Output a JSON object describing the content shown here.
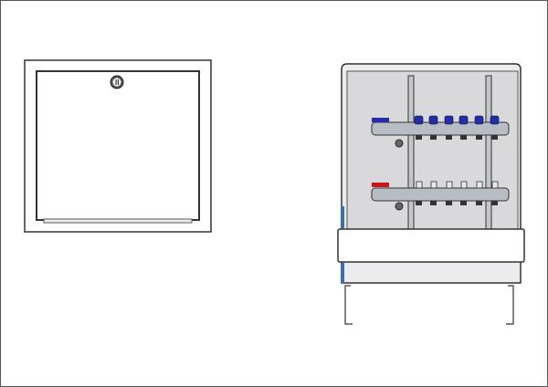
{
  "drawing": {
    "views": [
      "front-closed",
      "front-open"
    ],
    "manifold_outlets_per_bar": 6,
    "colors": {
      "line": "#333333",
      "panel": "#d9d9db",
      "blue_cap": "#1f2fb0",
      "red_handle": "#c8161d",
      "steel": "#b8bcc4",
      "blue_strip": "#3a6fb0"
    }
  }
}
